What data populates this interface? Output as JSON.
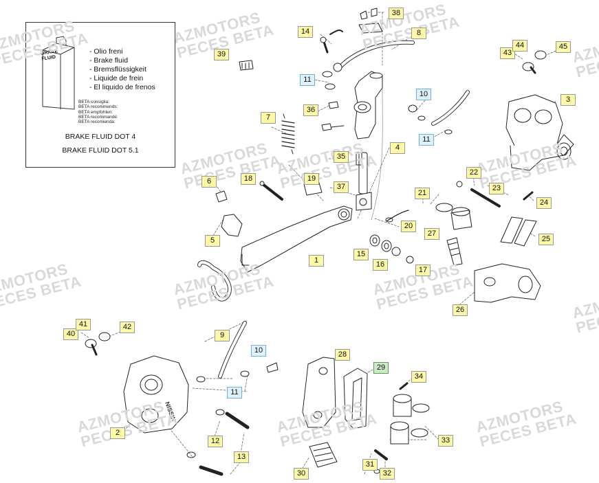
{
  "watermarks": [
    {
      "l1": "AZMOTORS",
      "l2": "PECES BETA"
    }
  ],
  "fluid_box": {
    "bottle_label_1": "BRAKE",
    "bottle_label_2": "FLUID",
    "languages": [
      "Olio freni",
      "Brake fluid",
      "Bremsflüssigkeit",
      "Liquide de frein",
      "El liquido de frenos"
    ],
    "recommend": [
      "BETA consiglia:",
      "BETA recommends:",
      "BETA empfohlen:",
      "BETA recommandé:",
      "BETA recomienda:"
    ],
    "dot4": "BRAKE FLUID DOT 4",
    "dot51": "BRAKE FLUID DOT 5.1"
  },
  "caliper_brand": "NISSIN",
  "callouts": [
    {
      "n": "1"
    },
    {
      "n": "2"
    },
    {
      "n": "3"
    },
    {
      "n": "4"
    },
    {
      "n": "5"
    },
    {
      "n": "6"
    },
    {
      "n": "7"
    },
    {
      "n": "8"
    },
    {
      "n": "9"
    },
    {
      "n": "10",
      "color": "blue"
    },
    {
      "n": "10",
      "color": "blue"
    },
    {
      "n": "11",
      "color": "blue"
    },
    {
      "n": "11",
      "color": "blue"
    },
    {
      "n": "11",
      "color": "blue"
    },
    {
      "n": "12"
    },
    {
      "n": "13"
    },
    {
      "n": "14"
    },
    {
      "n": "15"
    },
    {
      "n": "16"
    },
    {
      "n": "17"
    },
    {
      "n": "18"
    },
    {
      "n": "19"
    },
    {
      "n": "20"
    },
    {
      "n": "21"
    },
    {
      "n": "22"
    },
    {
      "n": "23"
    },
    {
      "n": "24"
    },
    {
      "n": "25"
    },
    {
      "n": "26"
    },
    {
      "n": "27"
    },
    {
      "n": "28"
    },
    {
      "n": "29",
      "color": "green"
    },
    {
      "n": "30"
    },
    {
      "n": "31"
    },
    {
      "n": "32"
    },
    {
      "n": "33"
    },
    {
      "n": "34"
    },
    {
      "n": "35"
    },
    {
      "n": "36"
    },
    {
      "n": "37"
    },
    {
      "n": "38"
    },
    {
      "n": "39"
    },
    {
      "n": "40"
    },
    {
      "n": "41"
    },
    {
      "n": "42"
    },
    {
      "n": "43"
    },
    {
      "n": "44"
    },
    {
      "n": "45"
    }
  ]
}
